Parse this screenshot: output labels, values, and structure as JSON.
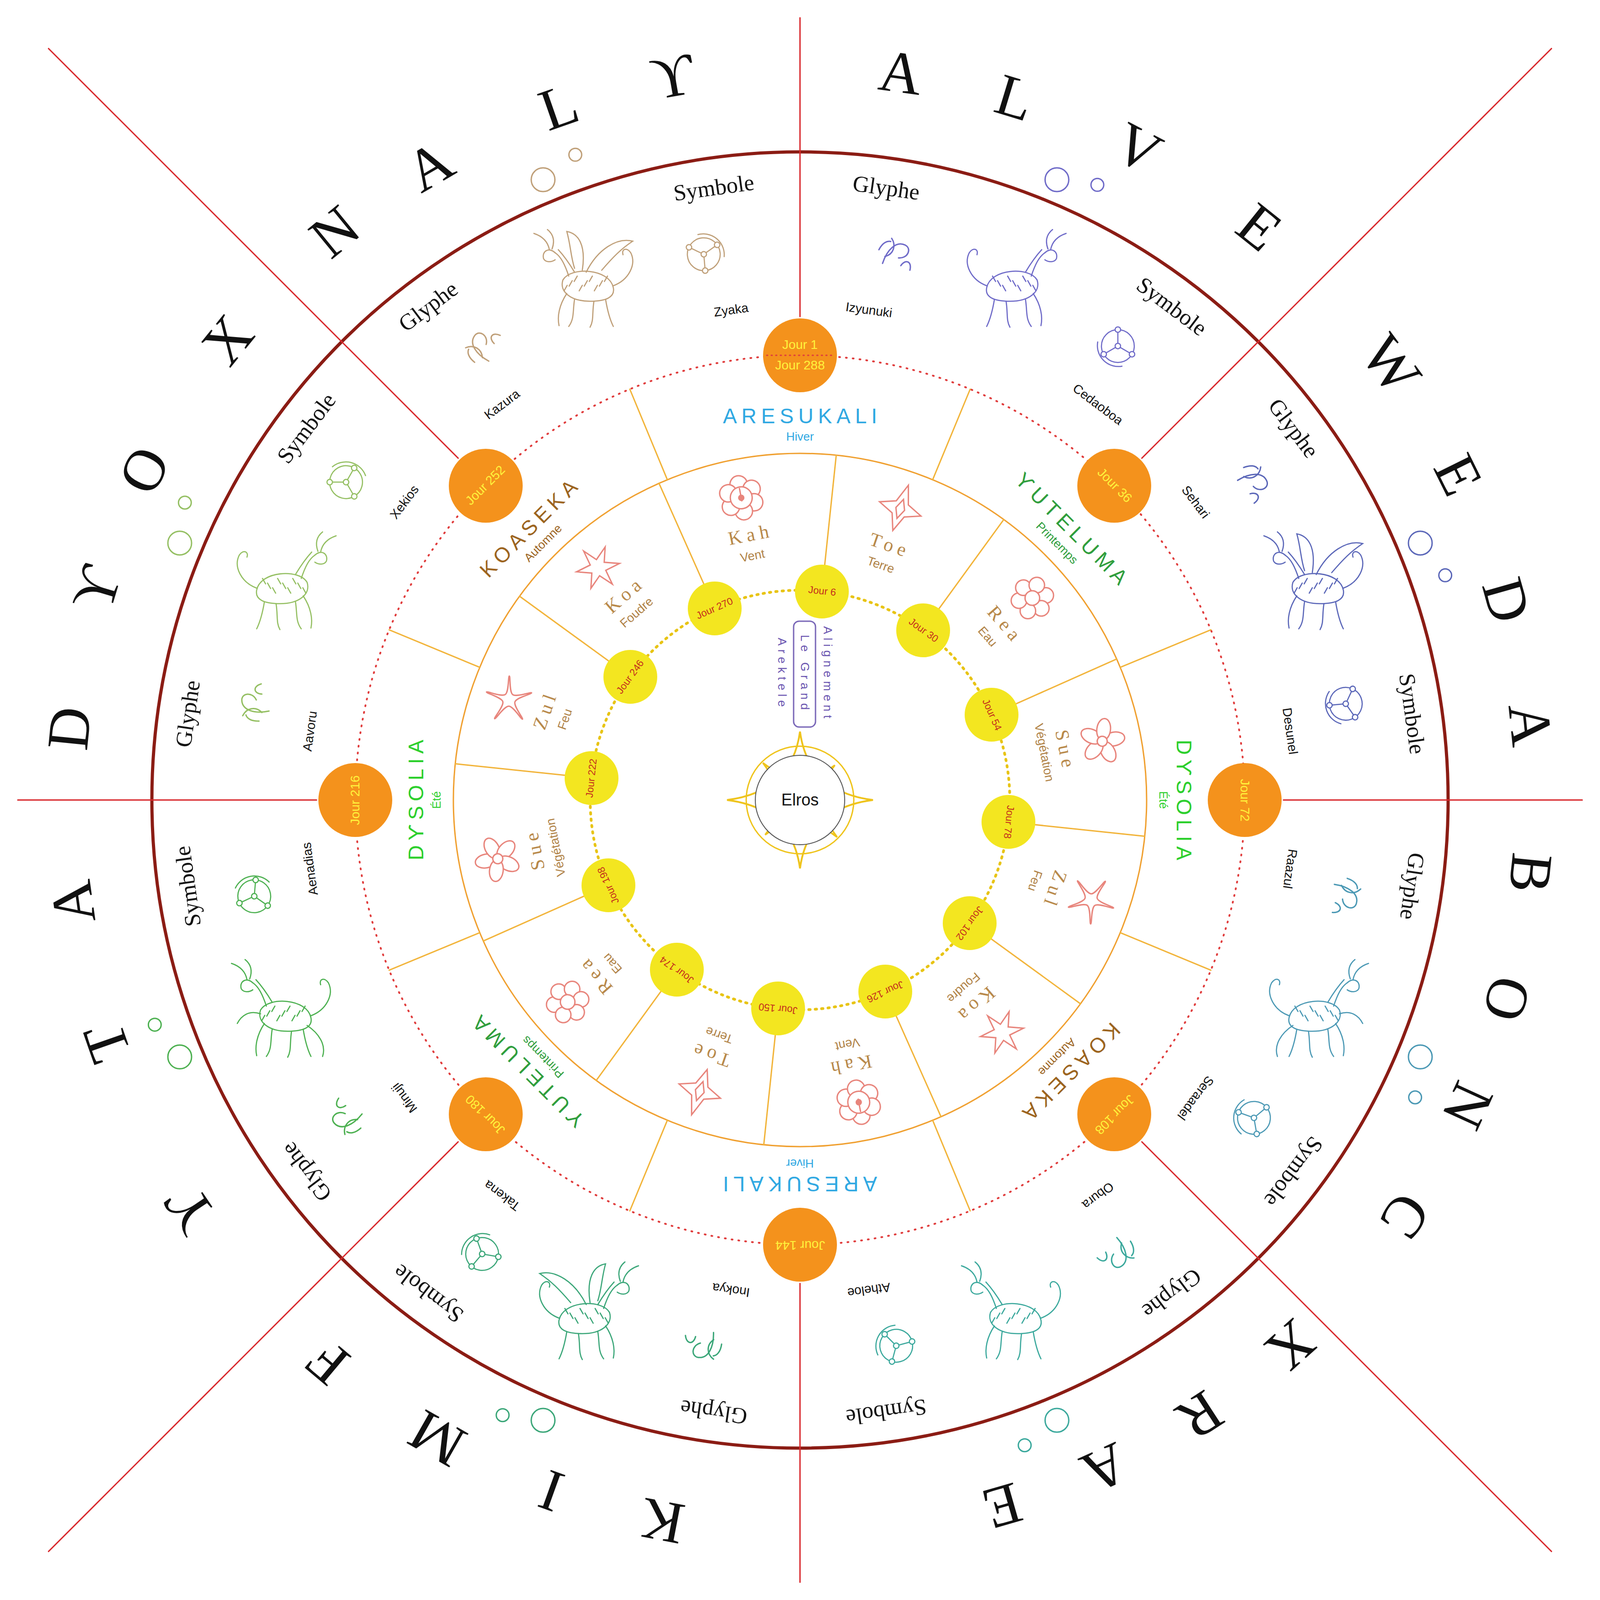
{
  "diagram": {
    "nodes": [
      {
        "text": [
          "Jour 1",
          "Jour 288"
        ]
      },
      {
        "text": [
          "Jour 36"
        ]
      },
      {
        "text": [
          "Jour 72"
        ]
      },
      {
        "text": [
          "Jour 108"
        ]
      },
      {
        "text": [
          "Jour 144"
        ]
      },
      {
        "text": [
          "Jour 180"
        ]
      },
      {
        "text": [
          "Jour 216"
        ]
      },
      {
        "text": [
          "Jour 252"
        ]
      },
      {
        "text": [
          "Jour 6"
        ]
      },
      {
        "text": [
          "Jour 30"
        ]
      },
      {
        "text": [
          "Jour 54"
        ]
      },
      {
        "text": [
          "Jour 78"
        ]
      },
      {
        "text": [
          "Jour 102"
        ]
      },
      {
        "text": [
          "Jour 126"
        ]
      },
      {
        "text": [
          "Jour 150"
        ]
      },
      {
        "text": [
          "Jour 174"
        ]
      },
      {
        "text": [
          "Jour 198"
        ]
      },
      {
        "text": [
          "Jour 222"
        ]
      },
      {
        "text": [
          "Jour 246"
        ]
      },
      {
        "text": [
          "Jour 270"
        ]
      },
      {
        "text": [
          "Elros"
        ]
      }
    ],
    "labels": [
      "A",
      "L",
      "V",
      "E",
      "W",
      "E",
      "D",
      "A",
      "B",
      "O",
      "N",
      "C",
      "X",
      "R",
      "A",
      "E",
      "K",
      "I",
      "M",
      "F",
      "ϒ",
      "T",
      "A",
      "D",
      "ϒ",
      "O",
      "X",
      "N",
      "A",
      "L",
      "ϒ",
      "Glyphe",
      "Symbole",
      "Glyphe",
      "Symbole",
      "Glyphe",
      "Symbole",
      "Glyphe",
      "Symbole",
      "Glyphe",
      "Symbole",
      "Glyphe",
      "Symbole",
      "Glyphe",
      "Symbole",
      "Glyphe",
      "Symbole",
      "Izyunuki",
      "Cedaoboa",
      "Sehari",
      "Desunel",
      "Raazul",
      "Seraadel",
      "Obura",
      "Atheloe",
      "Inokya",
      "Takena",
      "Minuji",
      "Aenadias",
      "Aavoru",
      "Xekios",
      "Kazura",
      "Zyaka",
      "ARESUKALI",
      "Hiver",
      "ϒUTELUMA",
      "Printemps",
      "DϒSOLIA",
      "Été",
      "KOASEKA",
      "Automne",
      "ARESUKALI",
      "Hiver",
      "ϒUTELUMA",
      "Printemps",
      "DϒSOLIA",
      "Été",
      "KOASEKA",
      "Automne",
      "Kah",
      "Vent",
      "Toe",
      "Terre",
      "Rea",
      "Eau",
      "Sue",
      "Végétation",
      "Zul",
      "Feu",
      "Koa",
      "Foudre",
      "Kah",
      "Vent",
      "Toe",
      "Terre",
      "Rea",
      "Eau",
      "Sue",
      "Végétation",
      "Zul",
      "Feu",
      "Koa",
      "Foudre",
      "Arektele",
      "Le Grand",
      "Alignement"
    ]
  }
}
